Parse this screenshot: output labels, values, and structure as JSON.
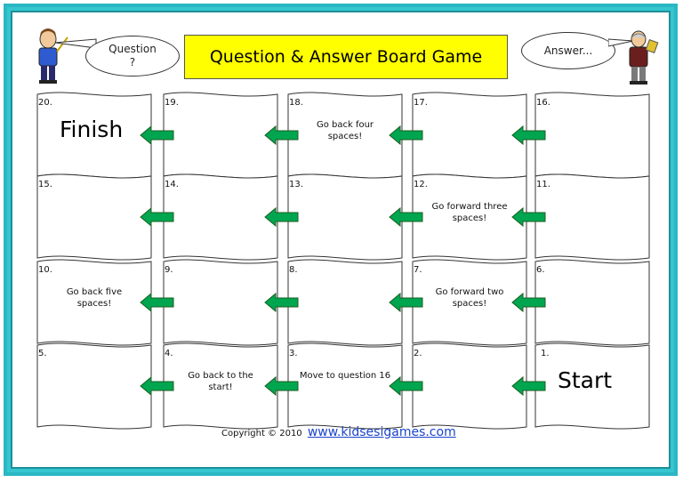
{
  "title": "Question & Answer Board Game",
  "question_bubble": "Question\n?",
  "answer_bubble": "Answer...",
  "footer": {
    "copyright": "Copyright ©  2010",
    "link": "www.kidsesigames.com"
  },
  "squares": [
    {
      "num": "20.",
      "text": "",
      "big": "Finish"
    },
    {
      "num": "19.",
      "text": "",
      "big": ""
    },
    {
      "num": "18.",
      "text": "Go back four spaces!",
      "big": ""
    },
    {
      "num": "17.",
      "text": "",
      "big": ""
    },
    {
      "num": "16.",
      "text": "",
      "big": ""
    },
    {
      "num": "15.",
      "text": "",
      "big": ""
    },
    {
      "num": "14.",
      "text": "",
      "big": ""
    },
    {
      "num": "13.",
      "text": "",
      "big": ""
    },
    {
      "num": "12.",
      "text": "Go forward three spaces!",
      "big": ""
    },
    {
      "num": "11.",
      "text": "",
      "big": ""
    },
    {
      "num": "10.",
      "text": "Go back five spaces!",
      "big": ""
    },
    {
      "num": "9.",
      "text": "",
      "big": ""
    },
    {
      "num": "8.",
      "text": "",
      "big": ""
    },
    {
      "num": "7.",
      "text": "Go forward two spaces!",
      "big": ""
    },
    {
      "num": "6.",
      "text": "",
      "big": ""
    },
    {
      "num": "5.",
      "text": "",
      "big": ""
    },
    {
      "num": "4.",
      "text": "Go back to the start!",
      "big": ""
    },
    {
      "num": "3.",
      "text": "Move to question 16",
      "big": ""
    },
    {
      "num": "2.",
      "text": "",
      "big": ""
    },
    {
      "num": "1.",
      "text": "",
      "big": "Start"
    }
  ],
  "colors": {
    "border": "#35c6cf",
    "title_bg": "#ffff00",
    "arrow": "#00a550",
    "link": "#1a44cc"
  },
  "icons": [
    "teacher-left-icon",
    "teacher-right-icon",
    "left-arrow-icon"
  ]
}
